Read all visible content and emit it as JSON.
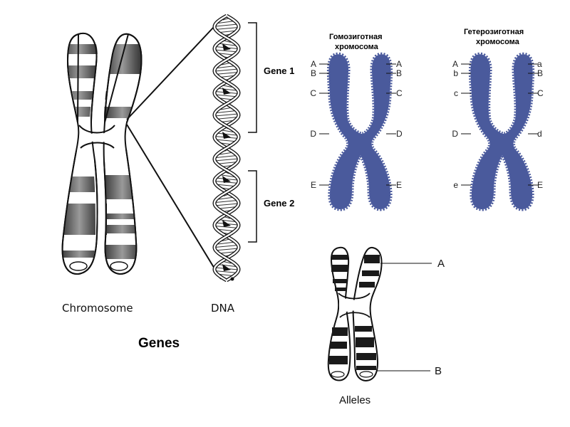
{
  "captions": {
    "chromosome": "Chromosome",
    "dna": "DNA",
    "genes": "Genes",
    "alleles": "Alleles"
  },
  "genes": {
    "gene1": "Gene 1",
    "gene2": "Gene 2"
  },
  "homozygous": {
    "title_line1": "Гомозиготная",
    "title_line2": "хромосома",
    "left_labels": [
      "A",
      "B",
      "C",
      "D",
      "E"
    ],
    "right_labels": [
      "A",
      "B",
      "C",
      "D",
      "E"
    ]
  },
  "heterozygous": {
    "title_line1": "Гетерозиготная",
    "title_line2": "хромосома",
    "left_labels": [
      "A",
      "b",
      "c",
      "D",
      "e"
    ],
    "right_labels": [
      "a",
      "B",
      "C",
      "d",
      "E"
    ]
  },
  "alleles": {
    "label_a": "A",
    "label_b": "B"
  },
  "colors": {
    "chromosome_blue": "#4a5a9c",
    "band_dark": "#444444",
    "outline": "#111111"
  }
}
